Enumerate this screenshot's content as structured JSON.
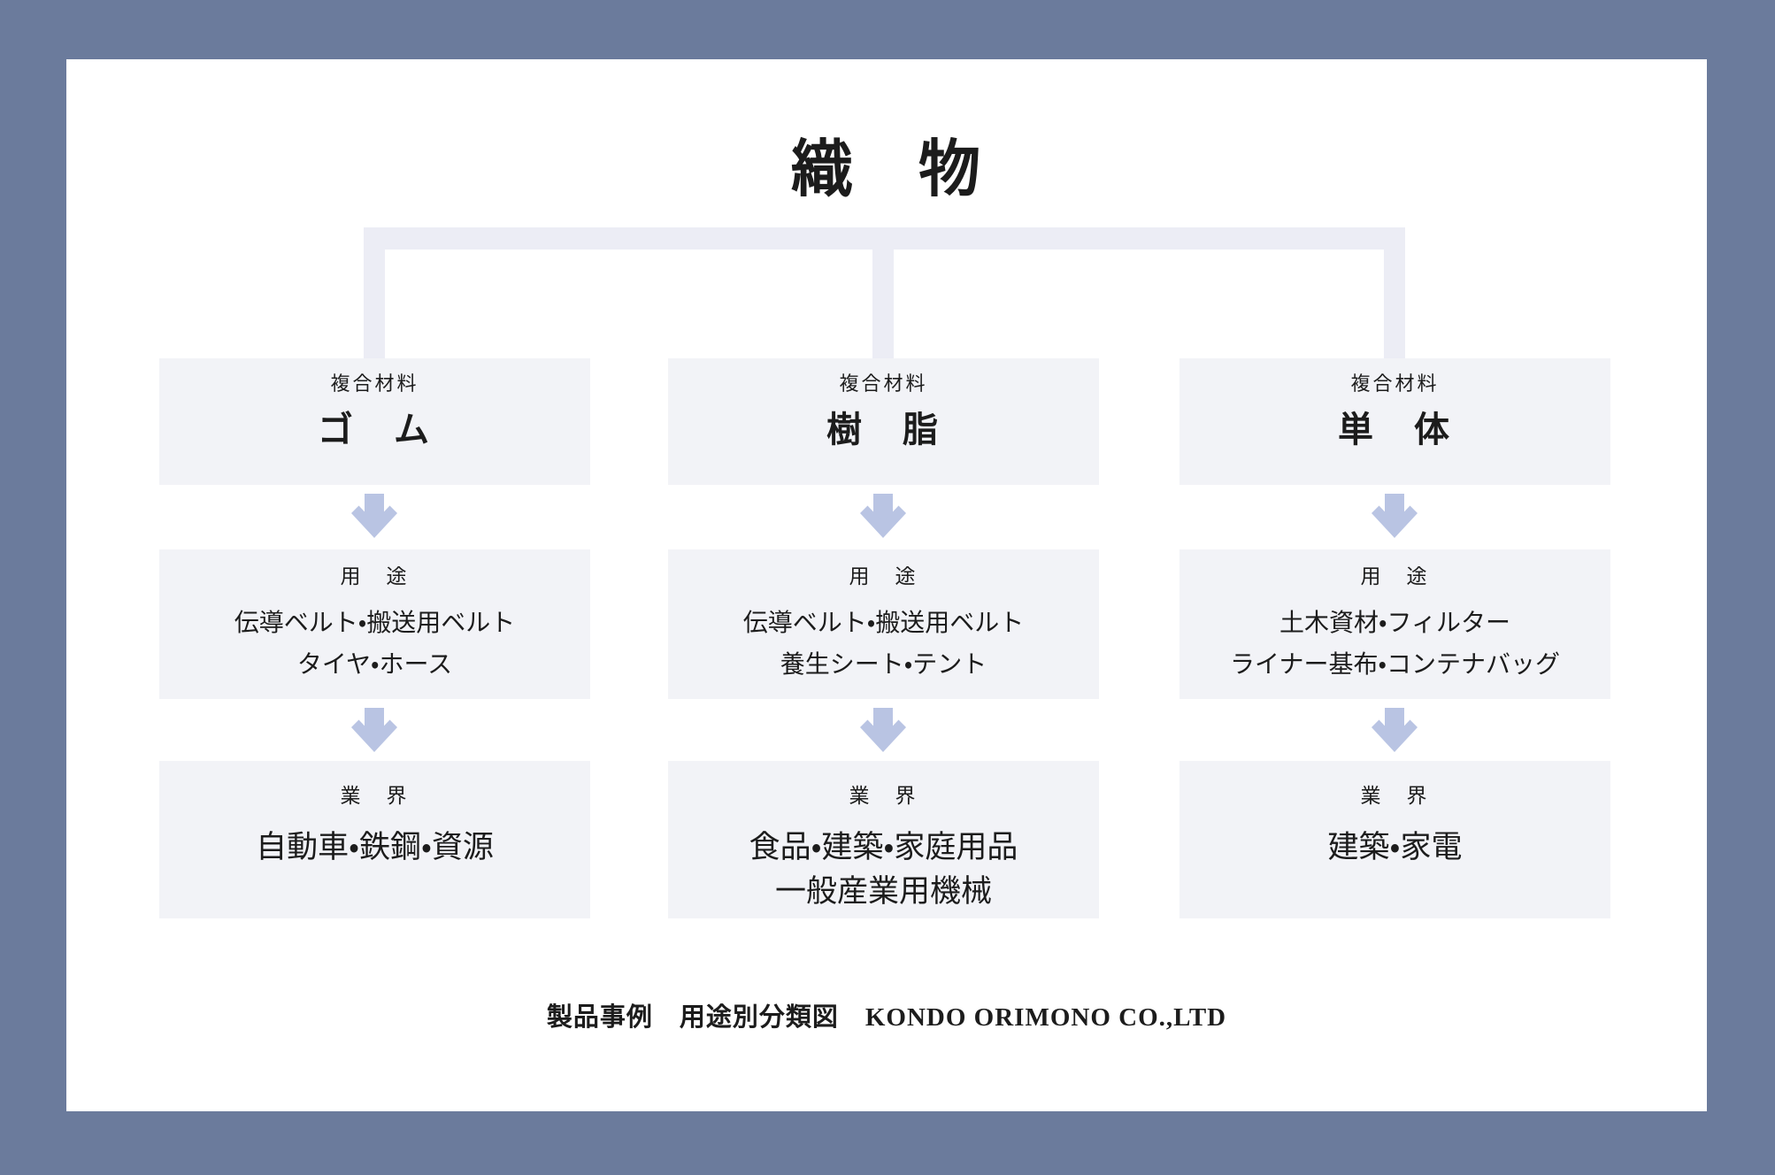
{
  "title": "織　物",
  "columns": [
    {
      "material_label": "複合材料",
      "material_name": "ゴ　ム",
      "usage_label": "用　途",
      "usage_lines": [
        "伝導ベルト・搬送用ベルト",
        "タイヤ・ホース"
      ],
      "industry_label": "業　界",
      "industry_lines": [
        "自動車・鉄鋼・資源"
      ]
    },
    {
      "material_label": "複合材料",
      "material_name": "樹　脂",
      "usage_label": "用　途",
      "usage_lines": [
        "伝導ベルト・搬送用ベルト",
        "養生シート・テント"
      ],
      "industry_label": "業　界",
      "industry_lines": [
        "食品・建築・家庭用品",
        "一般産業用機械"
      ]
    },
    {
      "material_label": "複合材料",
      "material_name": "単　体",
      "usage_label": "用　途",
      "usage_lines": [
        "土木資材・フィルター",
        "ライナー基布・コンテナバッグ"
      ],
      "industry_label": "業　界",
      "industry_lines": [
        "建築・家電"
      ]
    }
  ],
  "footer": "製品事例　用途別分類図　KONDO ORIMONO CO.,LTD",
  "icons": {
    "down_arrow": "down-arrow"
  },
  "colors": {
    "frame": "#6B7B9C",
    "panel": "#FFFFFF",
    "box": "#F2F3F7",
    "connector": "#ECEDF5",
    "arrow": "#B9C4E3",
    "text": "#1C1C1C"
  }
}
